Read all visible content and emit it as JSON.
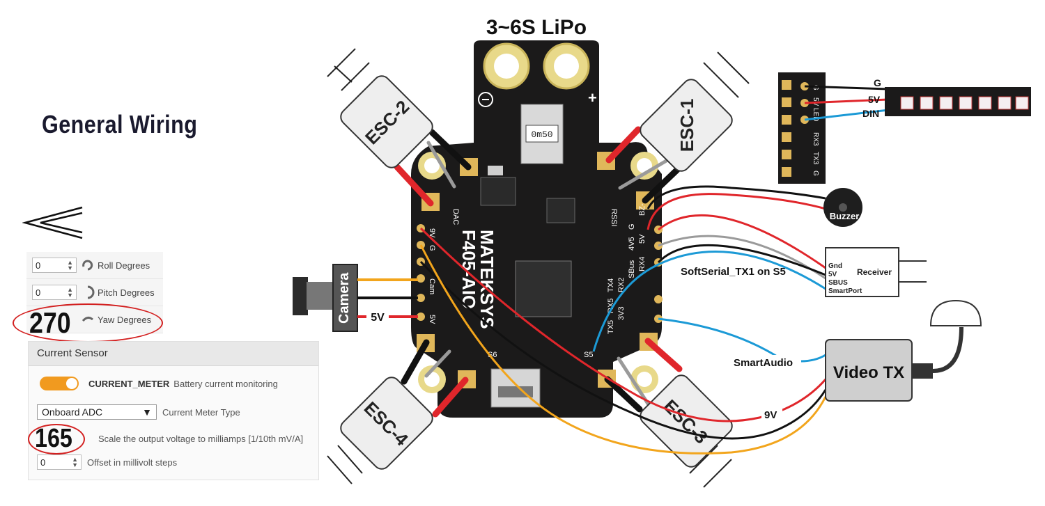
{
  "heading": "General Wiring",
  "battery_label": "3~6S LiPo",
  "board": {
    "line1": "MATEKSYS",
    "line2": "F405-AIO",
    "shunt": "0m50"
  },
  "esc": [
    "ESC-1",
    "ESC-2",
    "ESC-3",
    "ESC-4"
  ],
  "components": {
    "camera": "Camera",
    "buzzer": "Buzzer",
    "receiver": "Receiver",
    "video_tx": "Video TX"
  },
  "receiver_pins": [
    "Gnd",
    "5V",
    "SBUS",
    "SmartPort"
  ],
  "led_pins": [
    "G",
    "5V",
    "DIN"
  ],
  "led_header": [
    "G",
    "5V LED",
    "RX3",
    "TX3",
    "G"
  ],
  "board_labels": {
    "left": [
      "9V",
      "G",
      "Cam",
      "5V"
    ],
    "right_a": [
      "TX5",
      "RX5",
      "TX4",
      "RX4",
      "5V",
      "BZ-"
    ],
    "right_b": [
      "3V3",
      "RX2",
      "SBus",
      "4V5",
      "G"
    ],
    "misc": [
      "DAC",
      "RSSI",
      "S5",
      "S6"
    ]
  },
  "wire_labels": {
    "camera_5v": "5V",
    "softserial": "SoftSerial_TX1 on S5",
    "smartaudio": "SmartAudio",
    "vtx_9v": "9V"
  },
  "config": {
    "roll": {
      "value": "0",
      "label": "Roll Degrees"
    },
    "pitch": {
      "value": "0",
      "label": "Pitch Degrees"
    },
    "yaw": {
      "value": "270",
      "label": "Yaw Degrees"
    }
  },
  "current_sensor": {
    "header": "Current Sensor",
    "toggle_name": "CURRENT_METER",
    "toggle_desc": "Battery current monitoring",
    "toggle_on": true,
    "meter_type": "Onboard ADC",
    "meter_type_label": "Current Meter Type",
    "scale_value": "165",
    "scale_label": "Scale the output voltage to milliamps [1/10th mV/A]",
    "offset_value": "0",
    "offset_label": "Offset in millivolt steps"
  },
  "colors": {
    "wire_red": "#e0262b",
    "wire_black": "#111111",
    "wire_blue": "#1c9ad6",
    "wire_yellow": "#f2a51c",
    "wire_grey": "#9a9a9a",
    "pcb": "#1b1a1a",
    "esc_fill": "#eeeeee",
    "highlight": "#d32020",
    "toggle": "#f19a1f"
  }
}
